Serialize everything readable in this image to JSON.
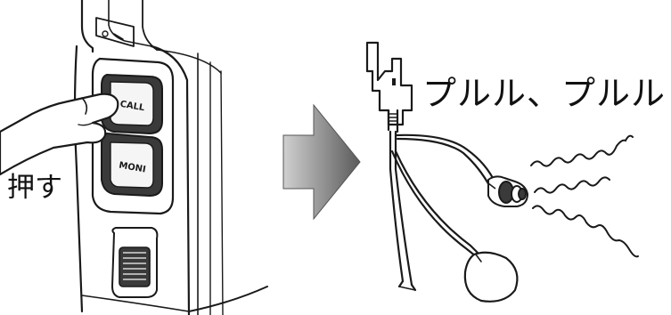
{
  "radio": {
    "call_button_label": "CALL",
    "moni_button_label": "MONI"
  },
  "labels": {
    "push": "押す",
    "sound": "プルル、プルル"
  },
  "colors": {
    "line": "#1a1a1a",
    "button_fill": "#3a3a3a",
    "button_face": "#f5f5f5",
    "arrow_light": "#d0d0d0",
    "arrow_dark": "#5a5a5a",
    "background": "#ffffff"
  },
  "icons": {
    "finger": "pointing-finger-icon",
    "arrow": "right-arrow-icon",
    "earphone": "earphone-icon",
    "sound_waves": "sound-wave-icon"
  }
}
